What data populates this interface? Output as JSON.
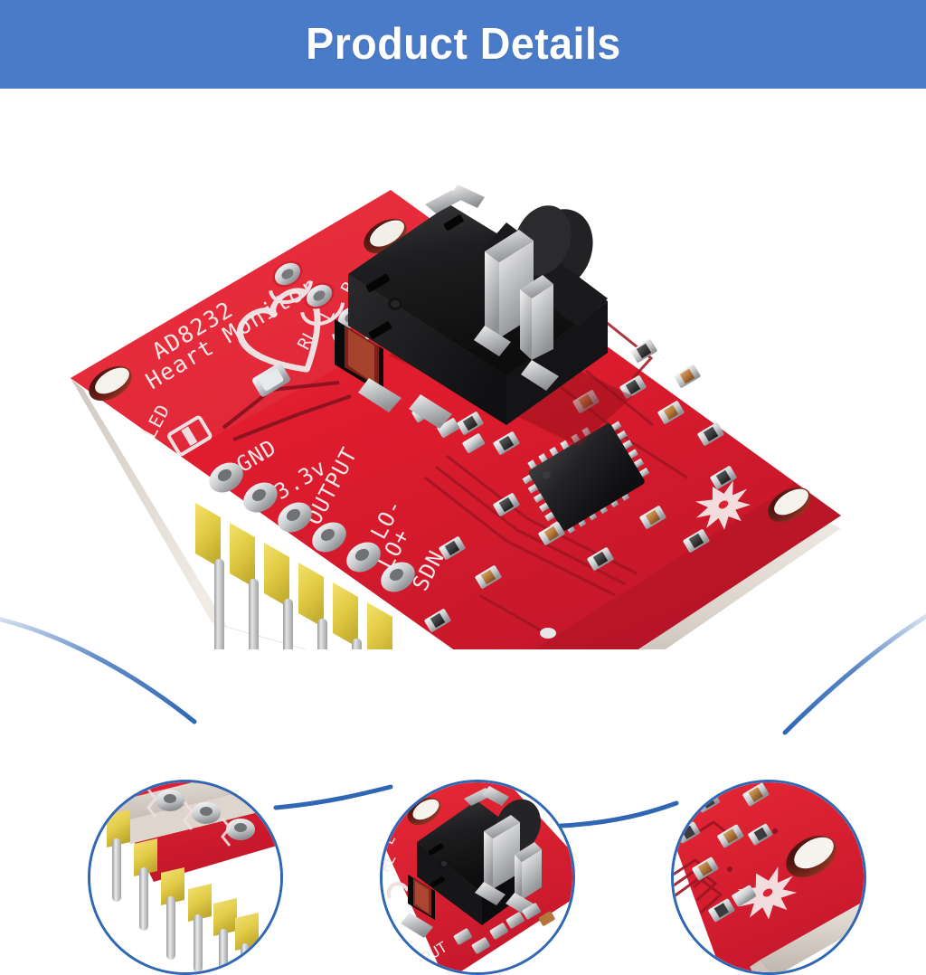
{
  "header": {
    "title": "Product Details",
    "background_color": "#4a7bc8",
    "text_color": "#ffffff"
  },
  "product": {
    "name": "AD8232 Heart Monitor",
    "board_color": "#e02030",
    "silkscreen_color": "#f2dfe0",
    "header_pin_color": "#e8d450",
    "pin_metal_color": "#b9bcbe",
    "connector_color": "#1c1c1c",
    "ic_color": "#1b1b1b",
    "silkscreen": {
      "part_number": "AD8232",
      "subtitle": "Heart Monitor",
      "led_label": "LED",
      "electrode_labels": [
        "R",
        "L",
        "RL"
      ],
      "pin_labels": [
        "GND",
        "3.3v",
        "OUTPUT",
        "LO-",
        "LO+",
        "SDN"
      ],
      "logo": "sparkfun-flame-logo"
    }
  },
  "detail_callouts": [
    {
      "id": "detail-1",
      "name": "pin-header-closeup",
      "label": "Yellow 6-pin male header closeup",
      "ring_color": "#2f67b5"
    },
    {
      "id": "detail-2",
      "name": "audio-jack-closeup",
      "label": "3.5mm audio jack connector closeup",
      "ring_color": "#2f67b5"
    },
    {
      "id": "detail-3",
      "name": "logo-mounting-hole-closeup",
      "label": "SparkFun logo and mounting hole closeup",
      "ring_color": "#2f67b5"
    }
  ],
  "connector_lines": {
    "color": "#2f67b5",
    "count": 4
  }
}
